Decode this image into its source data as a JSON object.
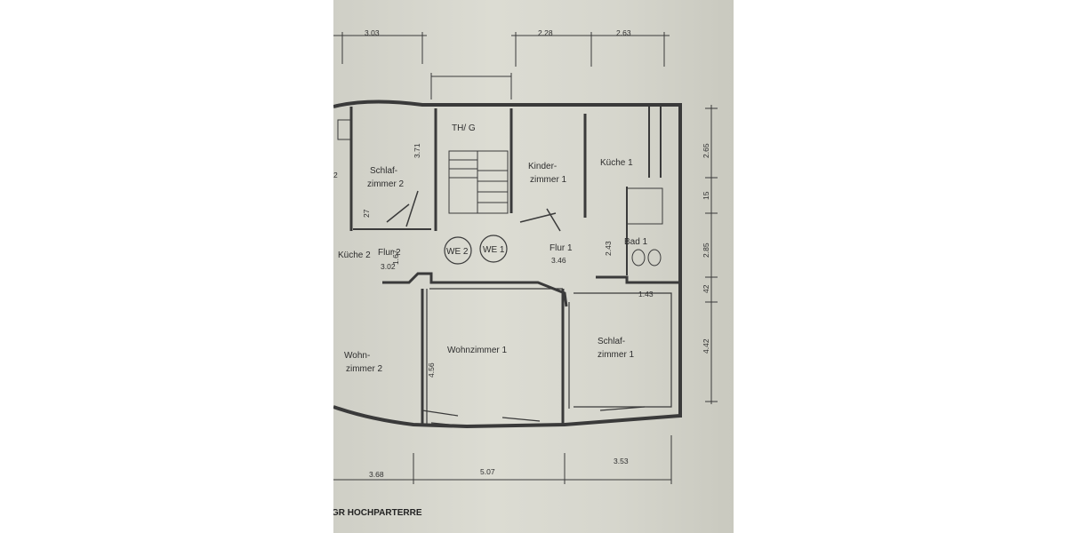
{
  "plan": {
    "title": "GR HOCHPARTERRE",
    "rooms": [
      {
        "id": "th-g",
        "label": "TH/ G"
      },
      {
        "id": "schlafzimmer-2",
        "label": [
          "Schlaf-",
          "zimmer 2"
        ]
      },
      {
        "id": "kinderzimmer-1",
        "label": [
          "Kinder-",
          "zimmer 1"
        ]
      },
      {
        "id": "kuche-1",
        "label": "Küche 1"
      },
      {
        "id": "bad-1",
        "label": "Bad 1"
      },
      {
        "id": "flur-2",
        "label": "Flur 2"
      },
      {
        "id": "flur-1",
        "label": "Flur 1"
      },
      {
        "id": "kuche-2",
        "label": "Küche 2"
      },
      {
        "id": "wohnzimmer-2",
        "label": [
          "Wohn-",
          "zimmer 2"
        ]
      },
      {
        "id": "wohnzimmer-1",
        "label": "Wohnzimmer 1"
      },
      {
        "id": "schlafzimmer-1",
        "label": [
          "Schlaf-",
          "zimmer 1"
        ]
      }
    ],
    "units": [
      "WE 2",
      "WE 1"
    ],
    "dimensions": {
      "top": [
        "3.03",
        "2.28",
        "2.63"
      ],
      "bottom": [
        "3.68",
        "5.07",
        "3.53"
      ],
      "right": [
        "2.65",
        "15",
        "2.85",
        "42",
        "4.42"
      ],
      "interior": [
        "3.71",
        "27",
        "1.67",
        "3.02",
        "2.43",
        "3.46",
        "1.43",
        "4.56",
        "2"
      ]
    }
  }
}
